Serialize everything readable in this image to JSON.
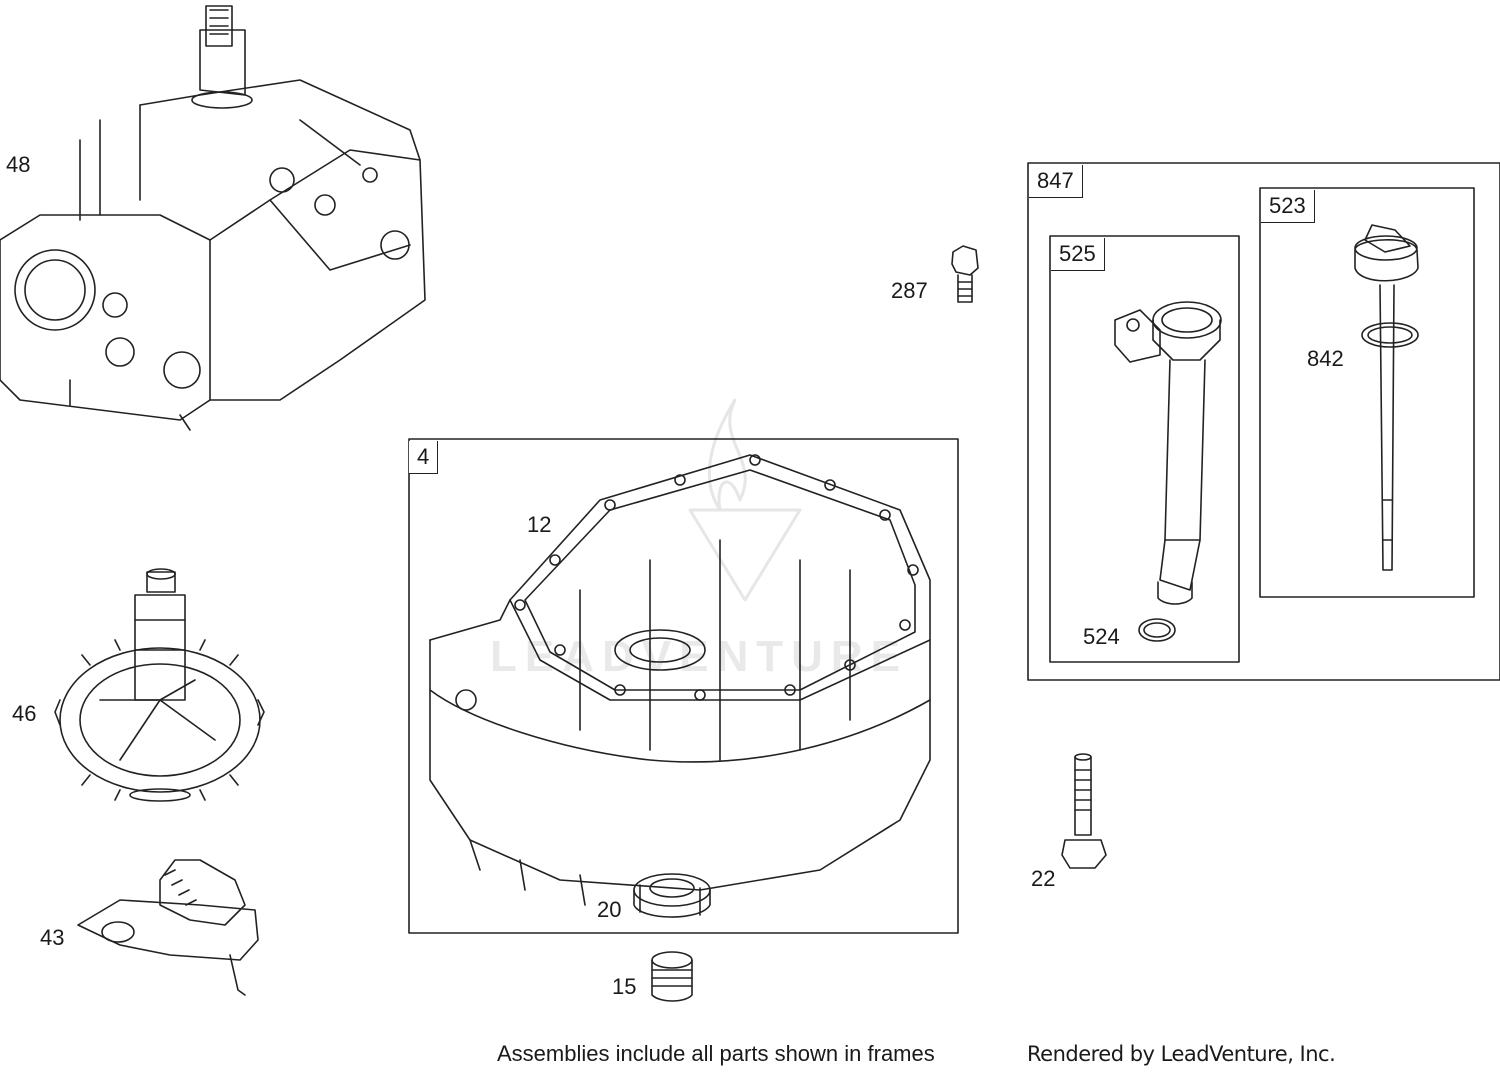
{
  "watermark": "LEADVENTURE",
  "callouts": {
    "p48": "48",
    "p46": "46",
    "p43": "43",
    "p287": "287",
    "p12": "12",
    "p20": "20",
    "p15": "15",
    "p22": "22",
    "p842": "842",
    "p524": "524"
  },
  "frames": {
    "f4": "4",
    "f847": "847",
    "f525": "525",
    "f523": "523"
  },
  "footer": {
    "note": "Assemblies include all parts shown in frames",
    "credit": "Rendered by LeadVenture, Inc."
  }
}
